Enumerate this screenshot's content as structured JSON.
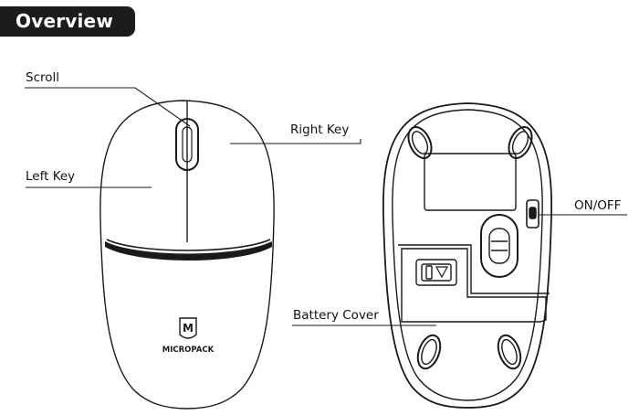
{
  "header": {
    "title": "Overview"
  },
  "labels": {
    "scroll": "Scroll",
    "right_key": "Right Key",
    "left_key": "Left Key",
    "on_off": "ON/OFF",
    "battery_cover": "Battery Cover"
  },
  "brand": {
    "letter": "M",
    "name": "MICROPACK"
  },
  "colors": {
    "line": "#1a1a1a",
    "title_bg": "#1c1c1c",
    "title_text": "#ffffff"
  }
}
